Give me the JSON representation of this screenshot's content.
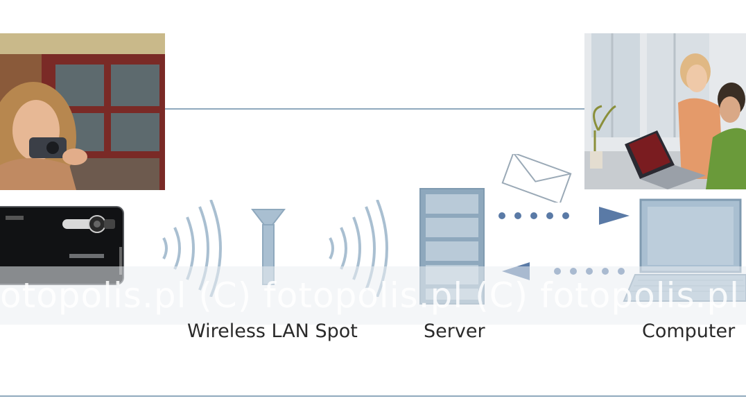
{
  "labels": {
    "wireless": "Wireless LAN Spot",
    "server": "Server",
    "computer": "Computer"
  },
  "watermark": {
    "text": "otopolis.pl  (C) fotopolis.pl  (C) fotopolis.pl  (C"
  },
  "icons": {
    "camera": "compact-camera-icon",
    "antenna": "antenna-icon",
    "server": "server-icon",
    "envelope": "envelope-icon",
    "laptop": "laptop-icon"
  },
  "colors": {
    "line": "#8fa9bd",
    "icon_fill": "#a9bfd1",
    "icon_stroke": "#7f9ab0",
    "arrow": "#5a7aa6",
    "text": "#2a2a2a"
  }
}
